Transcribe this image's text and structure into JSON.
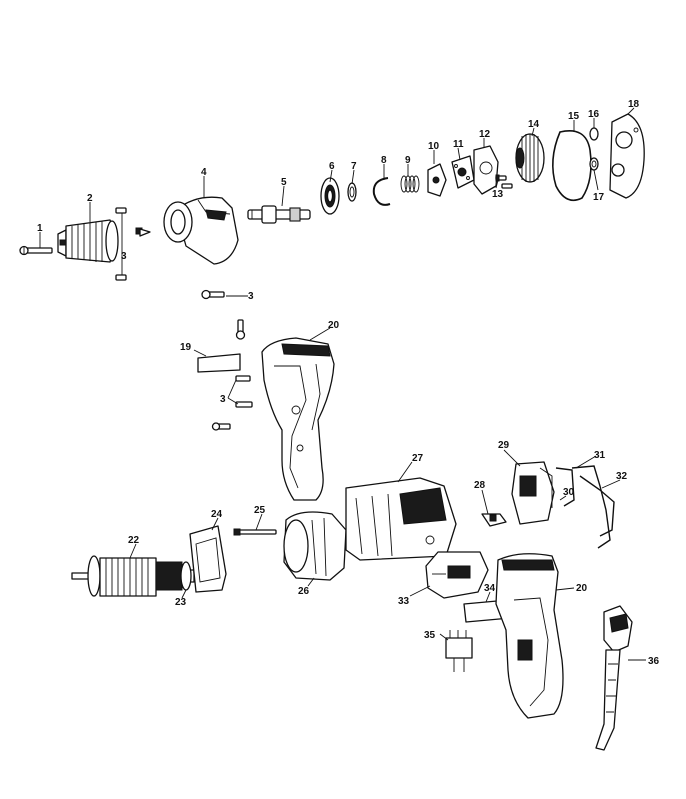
{
  "diagram": {
    "callouts": [
      {
        "id": "c1",
        "label": "1"
      },
      {
        "id": "c2",
        "label": "2"
      },
      {
        "id": "c3a",
        "label": "3"
      },
      {
        "id": "c4",
        "label": "4"
      },
      {
        "id": "c5",
        "label": "5"
      },
      {
        "id": "c6",
        "label": "6"
      },
      {
        "id": "c7",
        "label": "7"
      },
      {
        "id": "c8",
        "label": "8"
      },
      {
        "id": "c9",
        "label": "9"
      },
      {
        "id": "c10",
        "label": "10"
      },
      {
        "id": "c11",
        "label": "11"
      },
      {
        "id": "c12",
        "label": "12"
      },
      {
        "id": "c13",
        "label": "13"
      },
      {
        "id": "c14",
        "label": "14"
      },
      {
        "id": "c15",
        "label": "15"
      },
      {
        "id": "c16",
        "label": "16"
      },
      {
        "id": "c17",
        "label": "17"
      },
      {
        "id": "c18",
        "label": "18"
      },
      {
        "id": "c3b",
        "label": "3"
      },
      {
        "id": "c20a",
        "label": "20"
      },
      {
        "id": "c19",
        "label": "19"
      },
      {
        "id": "c3c",
        "label": "3"
      },
      {
        "id": "c27",
        "label": "27"
      },
      {
        "id": "c29",
        "label": "29"
      },
      {
        "id": "c31",
        "label": "31"
      },
      {
        "id": "c32",
        "label": "32"
      },
      {
        "id": "c30",
        "label": "30"
      },
      {
        "id": "c28",
        "label": "28"
      },
      {
        "id": "c24",
        "label": "24"
      },
      {
        "id": "c25",
        "label": "25"
      },
      {
        "id": "c22",
        "label": "22"
      },
      {
        "id": "c23",
        "label": "23"
      },
      {
        "id": "c26",
        "label": "26"
      },
      {
        "id": "c33",
        "label": "33"
      },
      {
        "id": "c34",
        "label": "34"
      },
      {
        "id": "c20b",
        "label": "20"
      },
      {
        "id": "c35",
        "label": "35"
      },
      {
        "id": "c36",
        "label": "36"
      }
    ]
  }
}
